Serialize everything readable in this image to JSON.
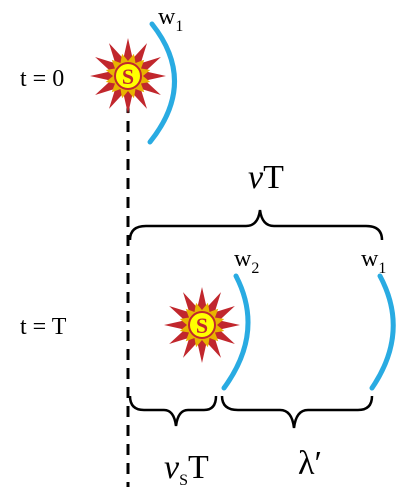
{
  "colors": {
    "wavefront": "#29abe2",
    "sun_outer": "#c1272d",
    "sun_inner_rays": "#e8b400",
    "sun_core": "#ffff00",
    "sun_core_border": "#c1272d",
    "source_letter": "#c1272d",
    "lines": "#000000"
  },
  "icons": {
    "source": "sun-burst-icon"
  },
  "time_labels": {
    "t0": "t = 0",
    "tT": "t = T"
  },
  "source": {
    "letter": "S"
  },
  "wavefronts": {
    "top": {
      "label": "w",
      "sub": "1"
    },
    "front_w2": {
      "label": "w",
      "sub": "2"
    },
    "front_w1": {
      "label": "w",
      "sub": "1"
    }
  },
  "brace_labels": {
    "top": {
      "italic": "v",
      "rest": "T"
    },
    "source_shift": {
      "italic": "v",
      "sub": "S",
      "rest": "T"
    },
    "wavelength": "λ′"
  }
}
